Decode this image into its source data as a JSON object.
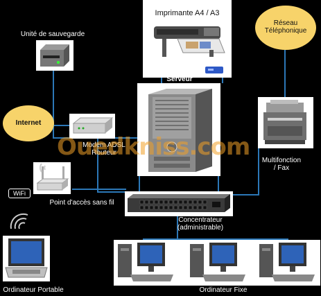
{
  "labels": {
    "printer": "Imprimante A4 / A3",
    "storage": "Unité de sauvegarde",
    "phone_network": "Réseau\nTéléphonique",
    "server": "Serveur",
    "internet": "Internet",
    "modem": "Modem ADSL\nRouteur",
    "multifunction": "Multifonction\n/ Fax",
    "wifi_ap": "Point d'accès sans fil",
    "wifi_badge": "WiFi",
    "hub": "Concentrateur\n(administrable)",
    "laptop": "Ordinateur Portable",
    "desktops": "Ordinateur Fixe",
    "watermark": "Ouedkniss.com"
  },
  "colors": {
    "background": "#000000",
    "wire": "#2c78b8",
    "cloud": "#f7d36a",
    "panel": "#ffffff",
    "watermark": "#f0a028"
  },
  "icons": {
    "printer": "large-format-printer-icon",
    "storage": "tape-drive-icon",
    "server": "tower-server-icon",
    "modem": "adsl-modem-icon",
    "mfp": "multifunction-printer-icon",
    "ap": "wireless-access-point-icon",
    "switch": "network-switch-icon",
    "laptop": "laptop-icon",
    "desktop": "desktop-computer-icon"
  }
}
